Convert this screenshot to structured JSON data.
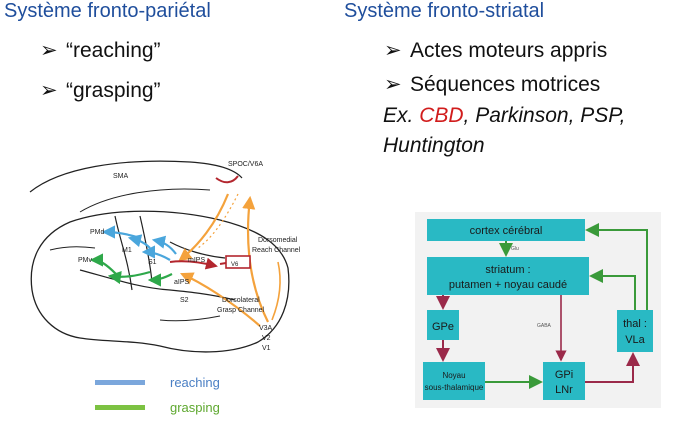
{
  "left": {
    "heading": "Système fronto-pariétal",
    "bullets": [
      "“reaching”",
      "“grasping”"
    ]
  },
  "right": {
    "heading": "Système fronto-striatal",
    "bullets": [
      "Actes moteurs appris",
      "Séquences motrices"
    ],
    "example": {
      "prefix": "Ex. ",
      "highlight": "CBD",
      "rest_line1": ", Parkinson, PSP,",
      "line2": "Huntington"
    }
  },
  "brain": {
    "labels": {
      "sma": "SMA",
      "pmd": "PMd",
      "pmv": "PMv",
      "m1": "M1",
      "s1": "S1",
      "aips": "aIPS",
      "mips": "mIPS",
      "spoc": "SPOC/V6A",
      "v6": "V6",
      "s2": "S2",
      "v3a": "V3A",
      "v2": "V2",
      "v1": "V1",
      "dorsomedial": "Dorsomedial",
      "reach_channel": "Reach Channel",
      "dorsolateral": "Dorsolateral",
      "grasp_channel": "Grasp Channel"
    },
    "legend": [
      {
        "label": "reaching",
        "color": "#7ba7dc"
      },
      {
        "label": "grasping",
        "color": "#7cc242"
      }
    ]
  },
  "flow": {
    "cortex": "cortex cérébral",
    "striatum_line1": "striatum :",
    "striatum_line2": "putamen + noyau caudé",
    "gpe": "GPe",
    "noyau_line1": "Noyau",
    "noyau_line2": "sous-thalamique",
    "gpi_line1": "GPi",
    "gpi_line2": "LNr",
    "thal_line1": "thal :",
    "thal_line2": "VLa",
    "edge_glu": "Glu",
    "edge_gaba": "GABA",
    "box_color": "#29b9c4",
    "arrow_colors": {
      "excitatory": "#3a9a3a",
      "inhibitory": "#9b2a4a"
    }
  }
}
